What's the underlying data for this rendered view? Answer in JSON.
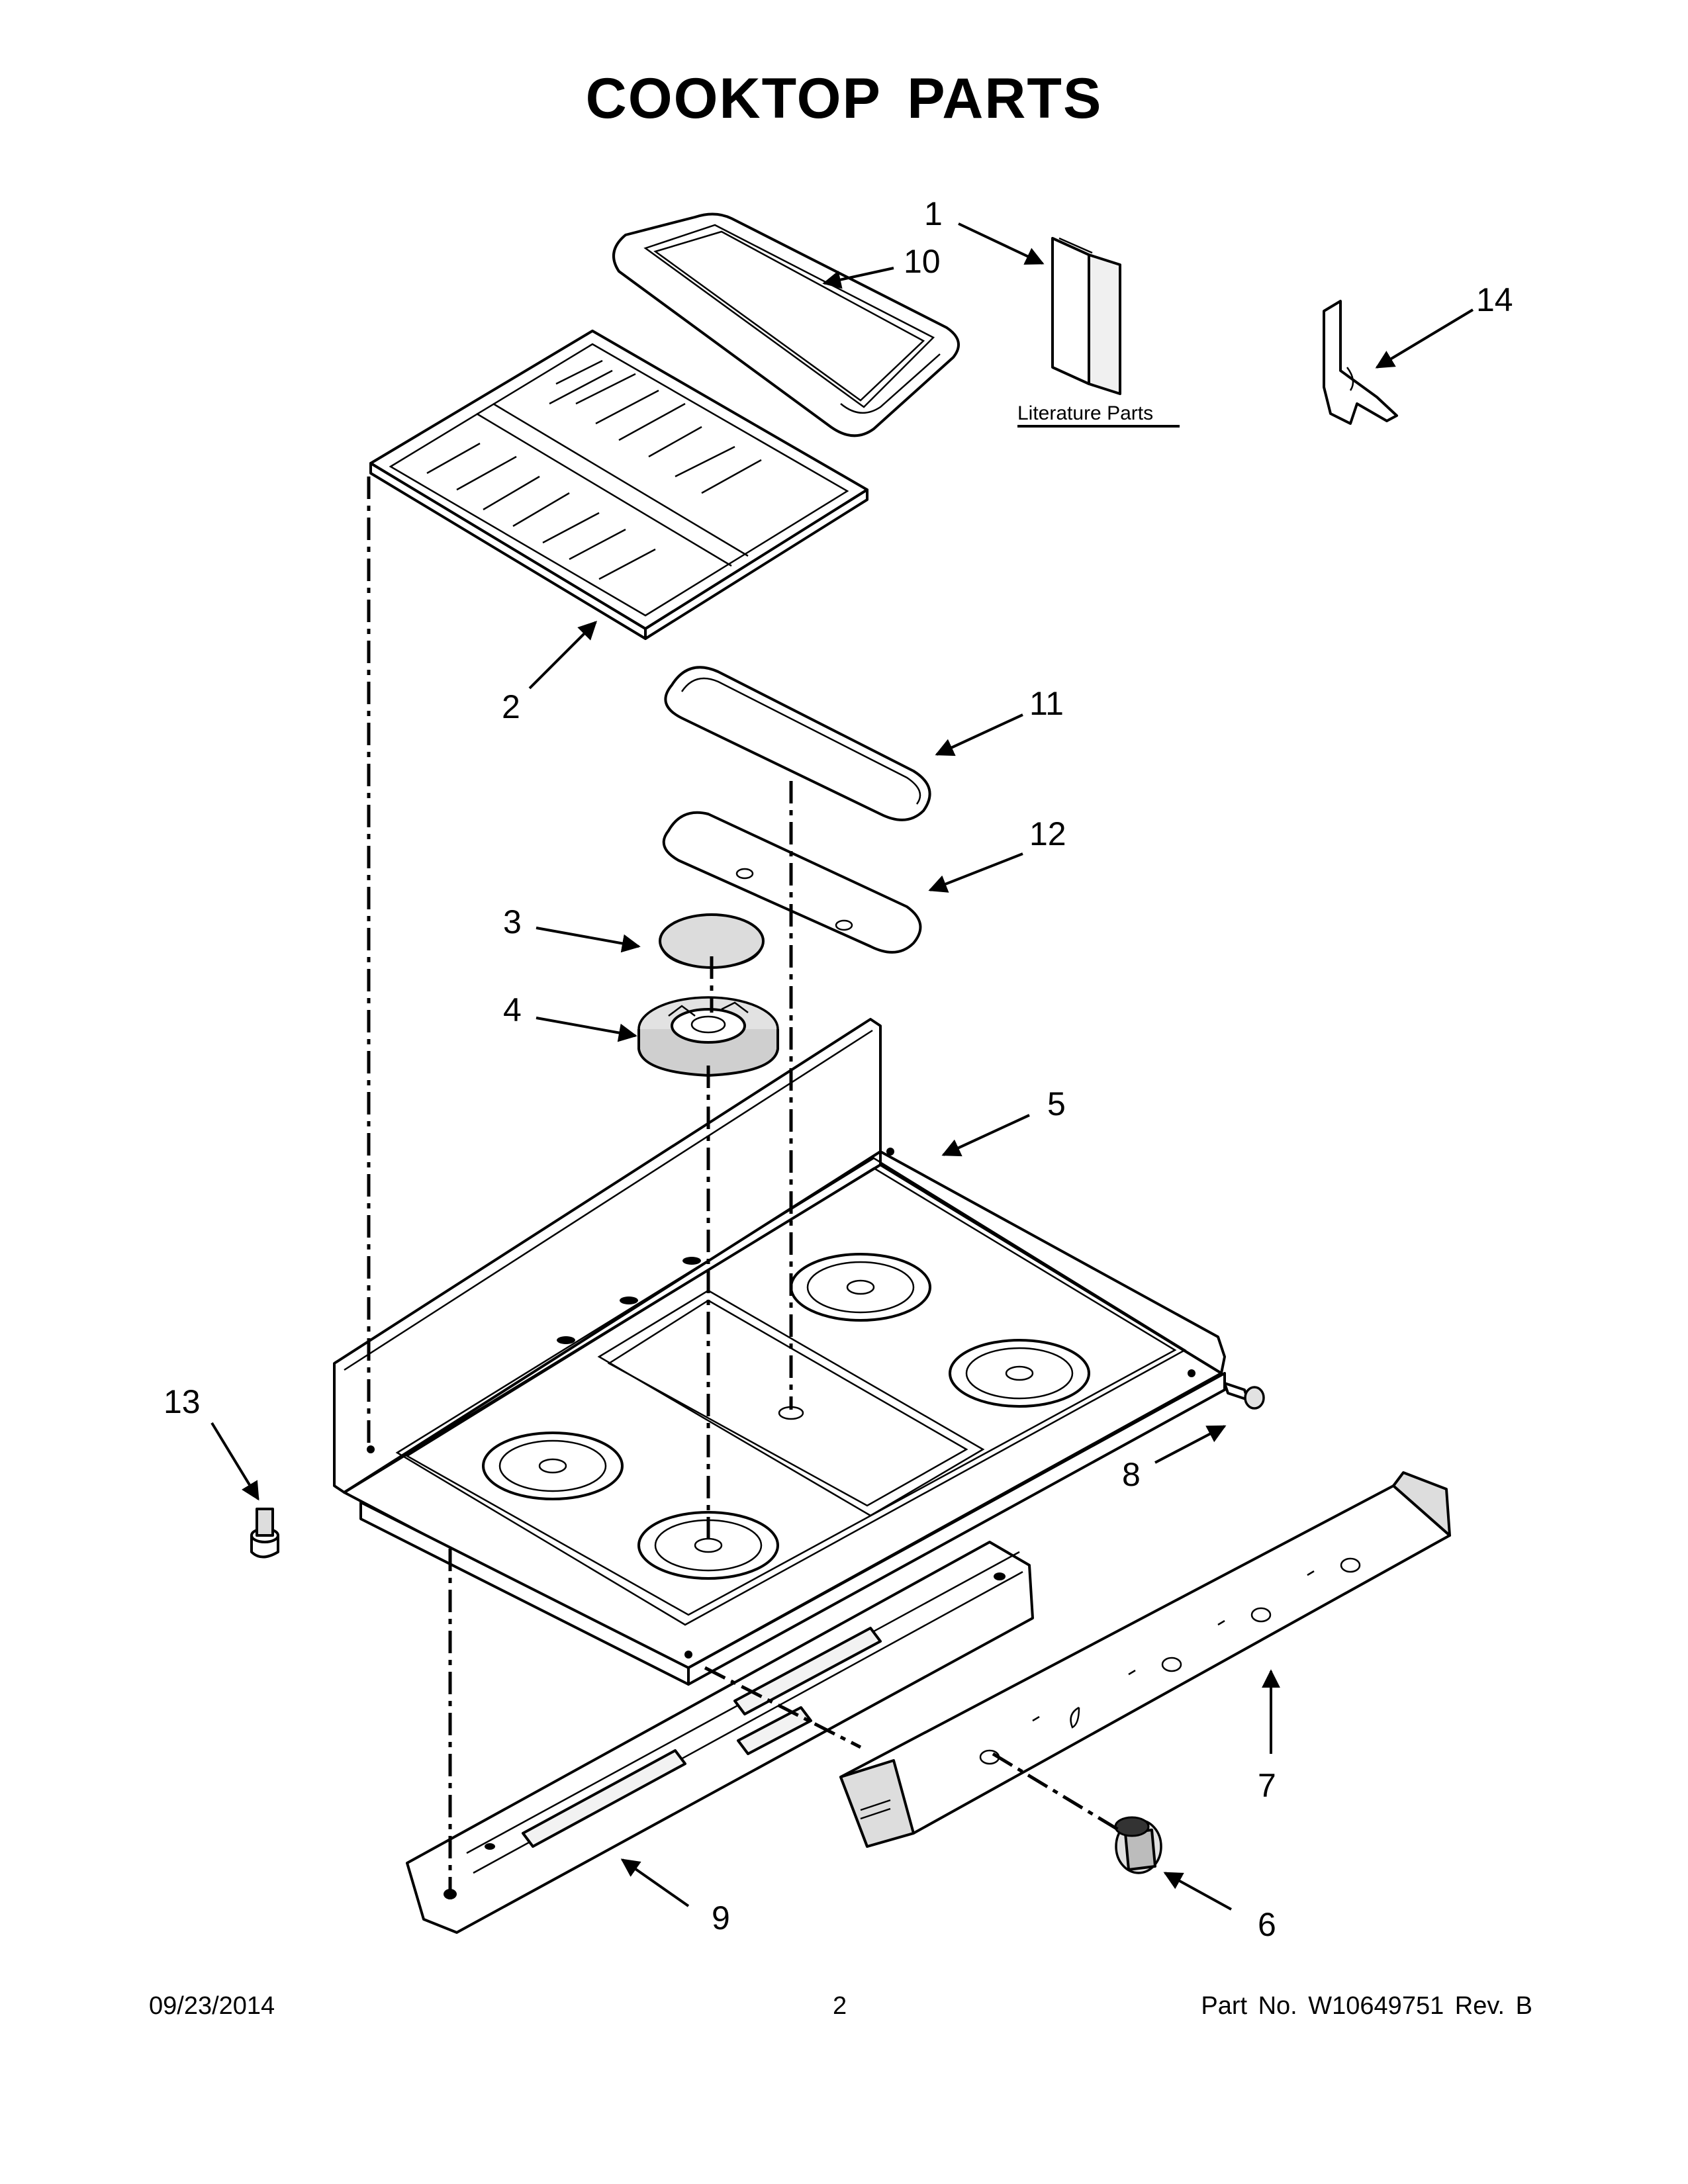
{
  "title": "COOKTOP PARTS",
  "literature_label": "Literature Parts",
  "callouts": {
    "c1": "1",
    "c2": "2",
    "c3": "3",
    "c4": "4",
    "c5": "5",
    "c6": "6",
    "c7": "7",
    "c8": "8",
    "c9": "9",
    "c10": "10",
    "c11": "11",
    "c12": "12",
    "c13": "13",
    "c14": "14"
  },
  "footer": {
    "date": "09/23/2014",
    "page": "2",
    "part_no": "Part No.  W10649751  Rev.  B"
  }
}
